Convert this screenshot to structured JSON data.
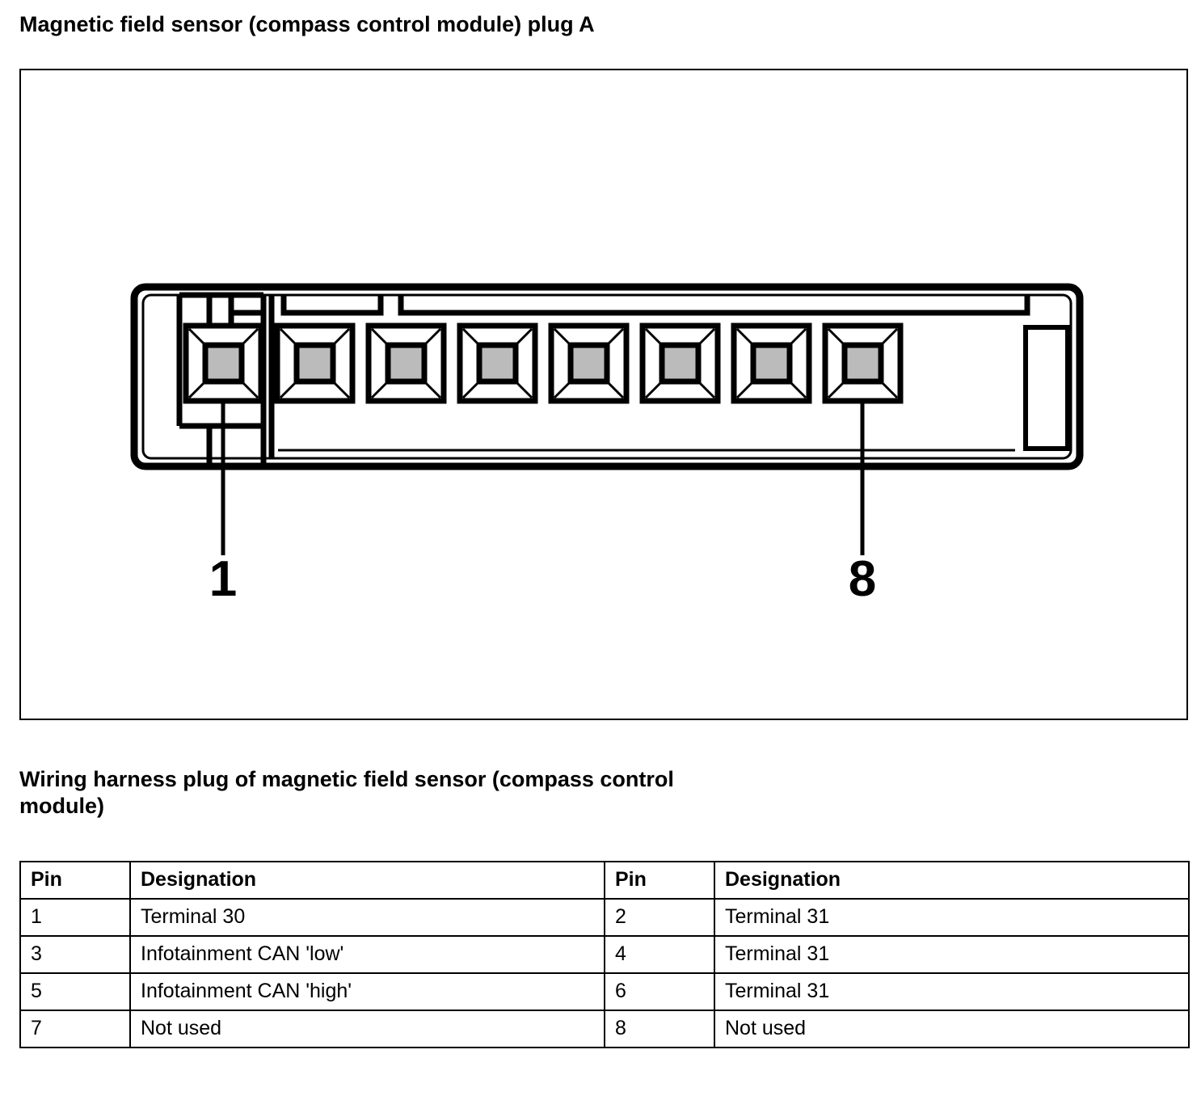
{
  "document": {
    "title": "Magnetic field sensor (compass control module) plug A",
    "section_heading": "Wiring harness plug of magnetic field sensor (compass control module)"
  },
  "figure": {
    "name": "connector-pinout-diagram",
    "pin_count": 8,
    "pin_fill_color": "#bbbbbb",
    "outline_color": "#000000",
    "labels": [
      {
        "text": "1",
        "pin": 1,
        "position": "left"
      },
      {
        "text": "8",
        "pin": 8,
        "position": "right"
      }
    ]
  },
  "table": {
    "headers": [
      "Pin",
      "Designation",
      "Pin",
      "Designation"
    ],
    "rows": [
      {
        "pin_left": "1",
        "designation_left": "Terminal 30",
        "pin_right": "2",
        "designation_right": "Terminal 31"
      },
      {
        "pin_left": "3",
        "designation_left": "Infotainment CAN 'low'",
        "pin_right": "4",
        "designation_right": "Terminal 31"
      },
      {
        "pin_left": "5",
        "designation_left": "Infotainment CAN 'high'",
        "pin_right": "6",
        "designation_right": "Terminal 31"
      },
      {
        "pin_left": "7",
        "designation_left": "Not used",
        "pin_right": "8",
        "designation_right": "Not used"
      }
    ]
  }
}
